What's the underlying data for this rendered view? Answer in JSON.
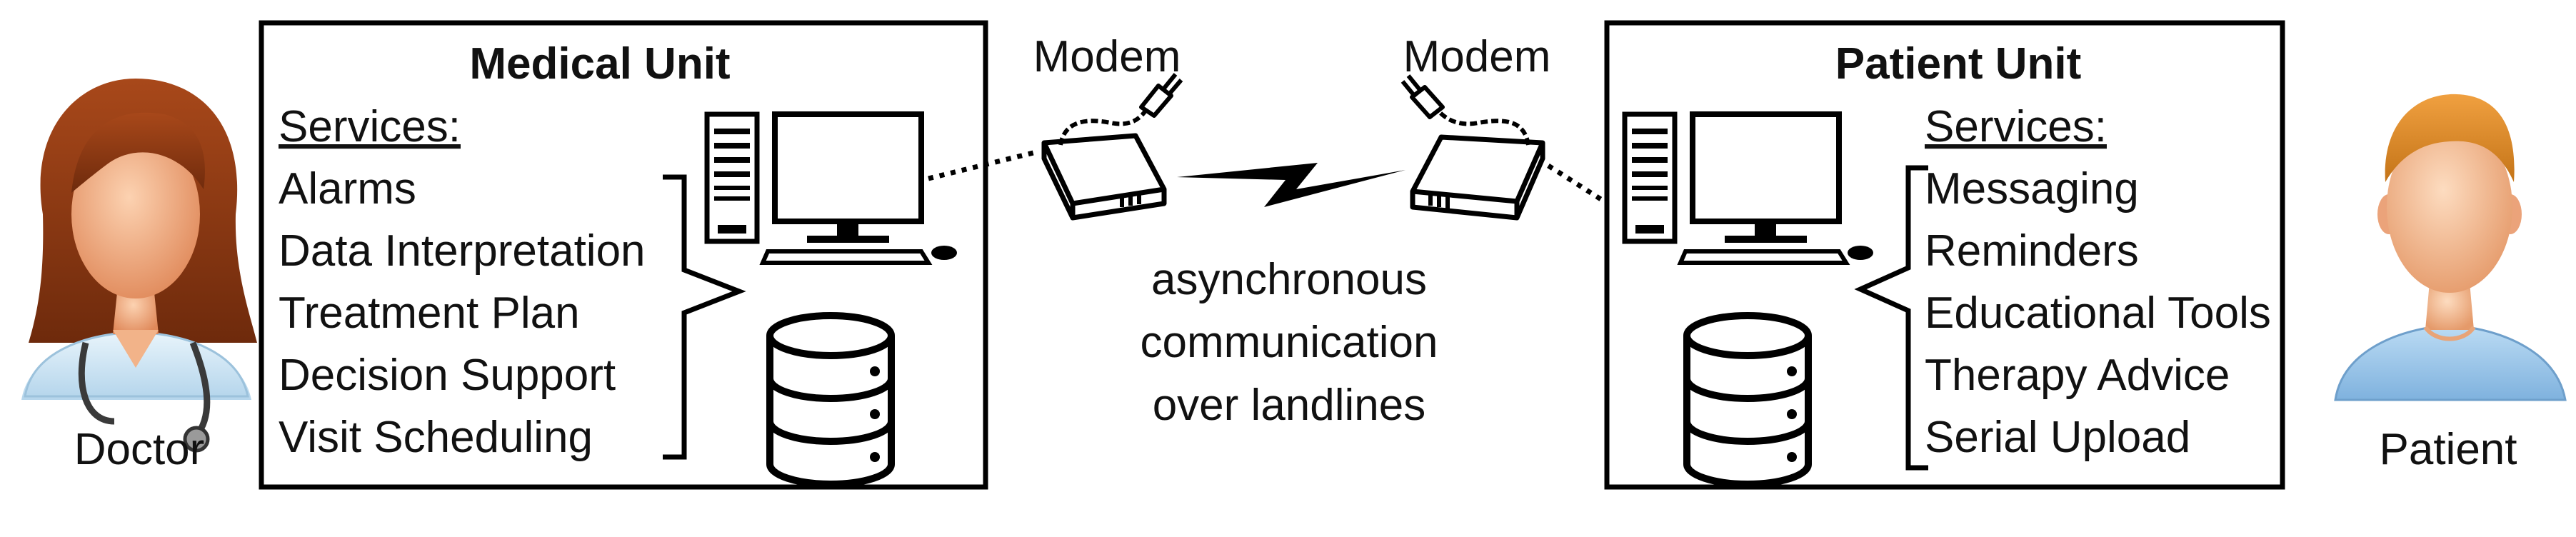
{
  "medical_unit": {
    "title": "Medical Unit",
    "services_heading": "Services:",
    "services": [
      "Alarms",
      "Data Interpretation",
      "Treatment Plan",
      "Decision Support",
      "Visit Scheduling"
    ]
  },
  "patient_unit": {
    "title": "Patient Unit",
    "services_heading": "Services:",
    "services": [
      "Messaging",
      "Reminders",
      "Educational Tools",
      "Therapy Advice",
      "Serial Upload"
    ]
  },
  "modem_left_label": "Modem",
  "modem_right_label": "Modem",
  "communication": {
    "line1": "asynchronous",
    "line2": "communication",
    "line3": "over landlines"
  },
  "doctor_label": "Doctor",
  "patient_label": "Patient",
  "colors": {
    "doctor_hair": "#8a3a12",
    "doctor_skin": "#f0a77a",
    "doctor_coat": "#cfe6f5",
    "patient_hair": "#d98a2a",
    "patient_skin": "#f3b48c",
    "patient_shirt": "#9fc8ea"
  }
}
